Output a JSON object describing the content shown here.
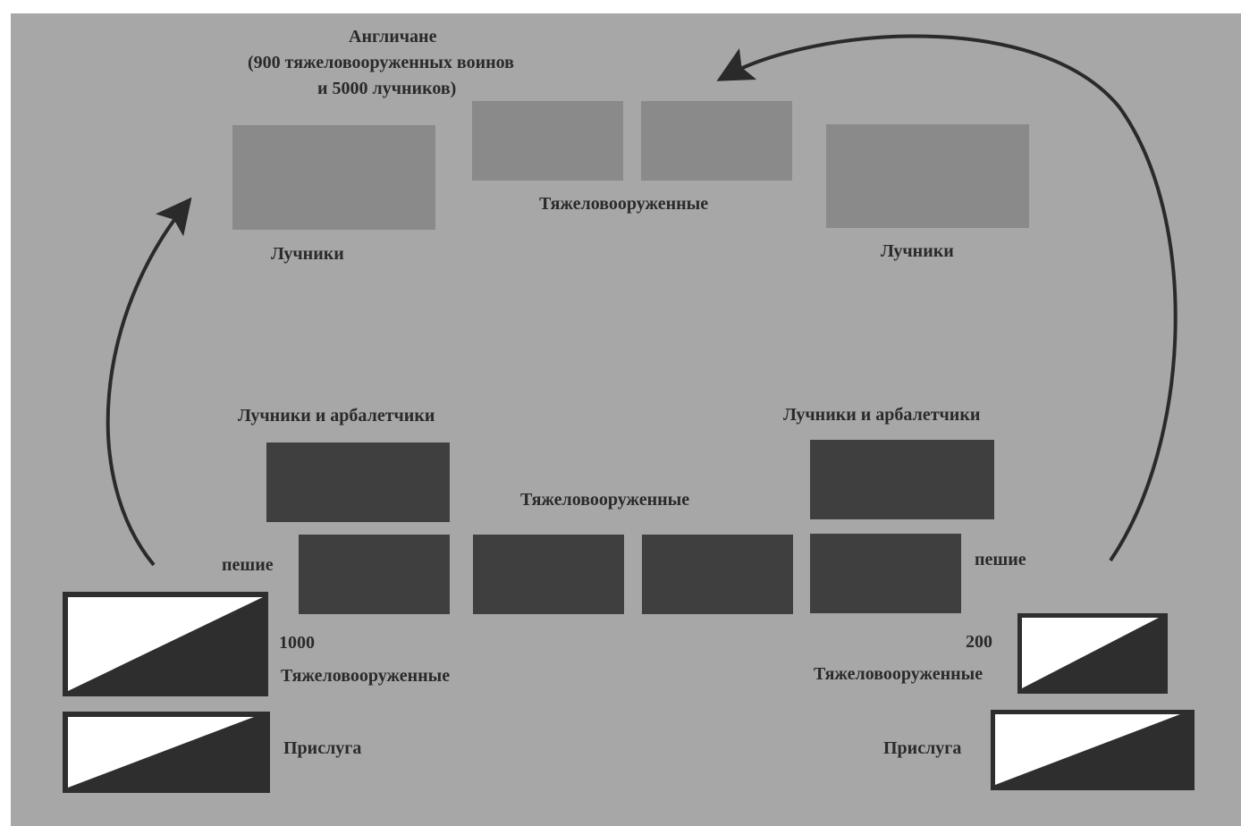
{
  "english": {
    "title_line1": "Англичане",
    "title_line2": "(900 тяжеловооруженных воинов",
    "title_line3": "и 5000 лучников)",
    "center_label": "Тяжеловооруженные",
    "left_label": "Лучники",
    "right_label": "Лучники"
  },
  "french": {
    "left_archers_label": "Лучники и арбалетчики",
    "right_archers_label": "Лучники и арбалетчики",
    "center_label": "Тяжеловооруженные",
    "left_foot_label": "пешие",
    "right_foot_label": "пешие"
  },
  "reserves": {
    "left_count": "1000",
    "left_heavy_label": "Тяжеловооруженные",
    "left_servants_label": "Прислуга",
    "right_count": "200",
    "right_heavy_label": "Тяжеловооруженные",
    "right_servants_label": "Прислуга"
  },
  "colors": {
    "background": "#a7a7a7",
    "english_units": "#8a8a8a",
    "french_units": "#3f3f3f",
    "text": "#2a2a2a"
  }
}
